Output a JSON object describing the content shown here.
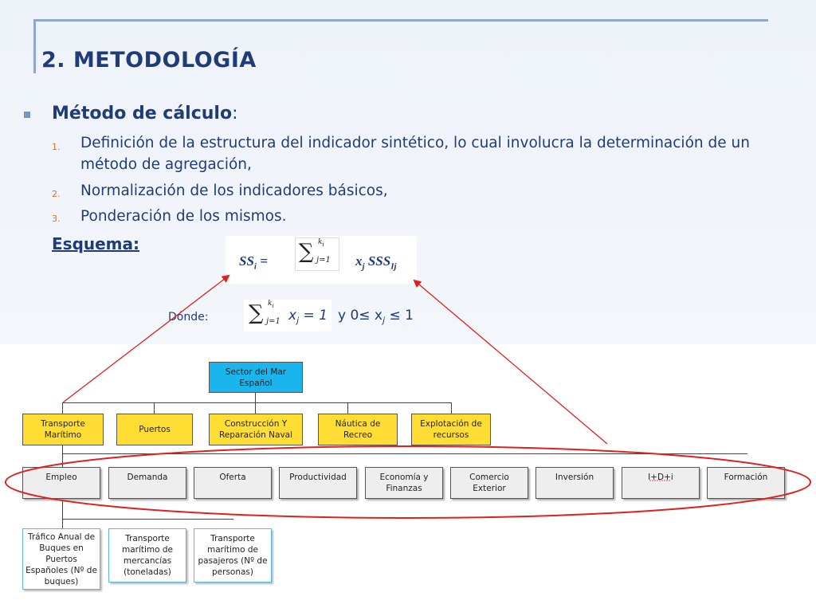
{
  "slide": {
    "title": "2. METODOLOGÍA",
    "section_heading": "Método de cálculo",
    "section_colon": ":",
    "items": [
      {
        "num": "1.",
        "text": "Definición de la estructura del indicador sintético, lo cual involucra la determinación de un método de agregación,"
      },
      {
        "num": "2.",
        "text": "Normalización de los indicadores básicos,"
      },
      {
        "num": "3.",
        "text": "Ponderación de los mismos."
      }
    ],
    "esquema": "Esquema:"
  },
  "formula": {
    "lhs_base": "SS",
    "lhs_sub": "i",
    "eq": " =",
    "sum_upper": "k",
    "sum_upper_sub": "i",
    "sum_lower": "j=1",
    "x": "x",
    "x_sub": "j",
    "sss": " SSS",
    "sss_sub": "Ij"
  },
  "donde": {
    "label": "Dónde:",
    "sum_upper": "k",
    "sum_upper_sub": "i",
    "sum_lower": "j=1",
    "x": "x",
    "x_sub": "j",
    "eq1": " = ",
    "one": "1",
    "y": "  y   0≤ x",
    "x2_sub": "j",
    "le1": " ≤ 1"
  },
  "diagram": {
    "root": "Sector del Mar Español",
    "level1": [
      "Transporte Marítimo",
      "Puertos",
      "Construcción Y Reparación Naval",
      "Náutica de Recreo",
      "Explotación de recursos"
    ],
    "level2": [
      "Empleo",
      "Demanda",
      "Oferta",
      "Productividad",
      "Economía y Finanzas",
      "Comercio Exterior",
      "Inversión",
      "I+D+i",
      "Formación"
    ],
    "level3": [
      "Tráfico Anual de Buques en Puertos Españoles (Nº de buques)",
      "Transporte marítimo de mercancías (toneladas)",
      "Transporte marítimo de pasajeros (Nº de personas)"
    ]
  },
  "colors": {
    "title": "#1f3c78",
    "root_fill": "#19b5ec",
    "level1_fill": "#ffdd33",
    "level2_fill": "#eeeeee",
    "arrow": "#e02020",
    "ellipse": "#e02020"
  }
}
